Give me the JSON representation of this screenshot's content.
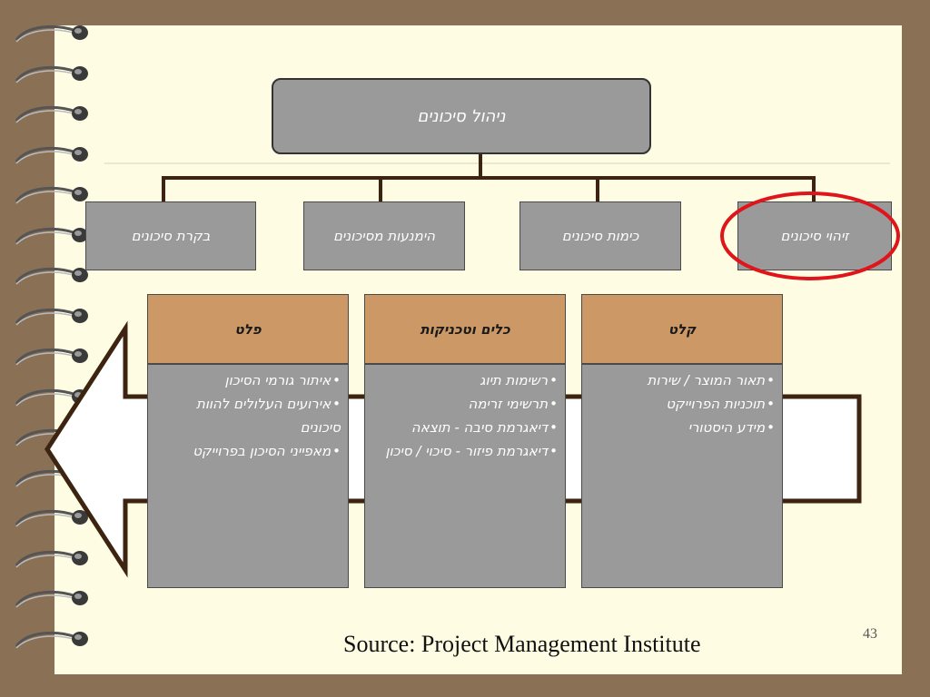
{
  "root": {
    "label": "ניהול  סיכונים"
  },
  "branches": [
    {
      "label": "בקרת סיכונים"
    },
    {
      "label": "הימנעות מסיכונים"
    },
    {
      "label": "כימות סיכונים"
    },
    {
      "label": "זיהוי סיכונים"
    }
  ],
  "highlighted_branch": "זיהוי סיכונים",
  "columns": [
    {
      "header": "פלט",
      "items": [
        "איתור גורמי הסיכון",
        "אירועים העלולים להוות סיכונים",
        "מאפייני הסיכון בפרוייקט"
      ]
    },
    {
      "header": "כלים וטכניקות",
      "items": [
        "רשימות תיוג",
        "תרשימי זרימה",
        "דיאגרמת סיבה - תוצאה",
        "דיאגרמת פיזור - סיכוי / סיכון"
      ]
    },
    {
      "header": "קלט",
      "items": [
        "תאור המוצר / שירות",
        "תוכניות הפרוייקט",
        "מידע היסטורי"
      ]
    }
  ],
  "source": "Source: Project Management Institute",
  "page_number": "43",
  "colors": {
    "background": "#8a7055",
    "paper": "#fefce3",
    "box_fill": "#9a9a9a",
    "header_fill": "#cc9966",
    "connector": "#3d2410",
    "highlight_ellipse": "#e0151b"
  }
}
